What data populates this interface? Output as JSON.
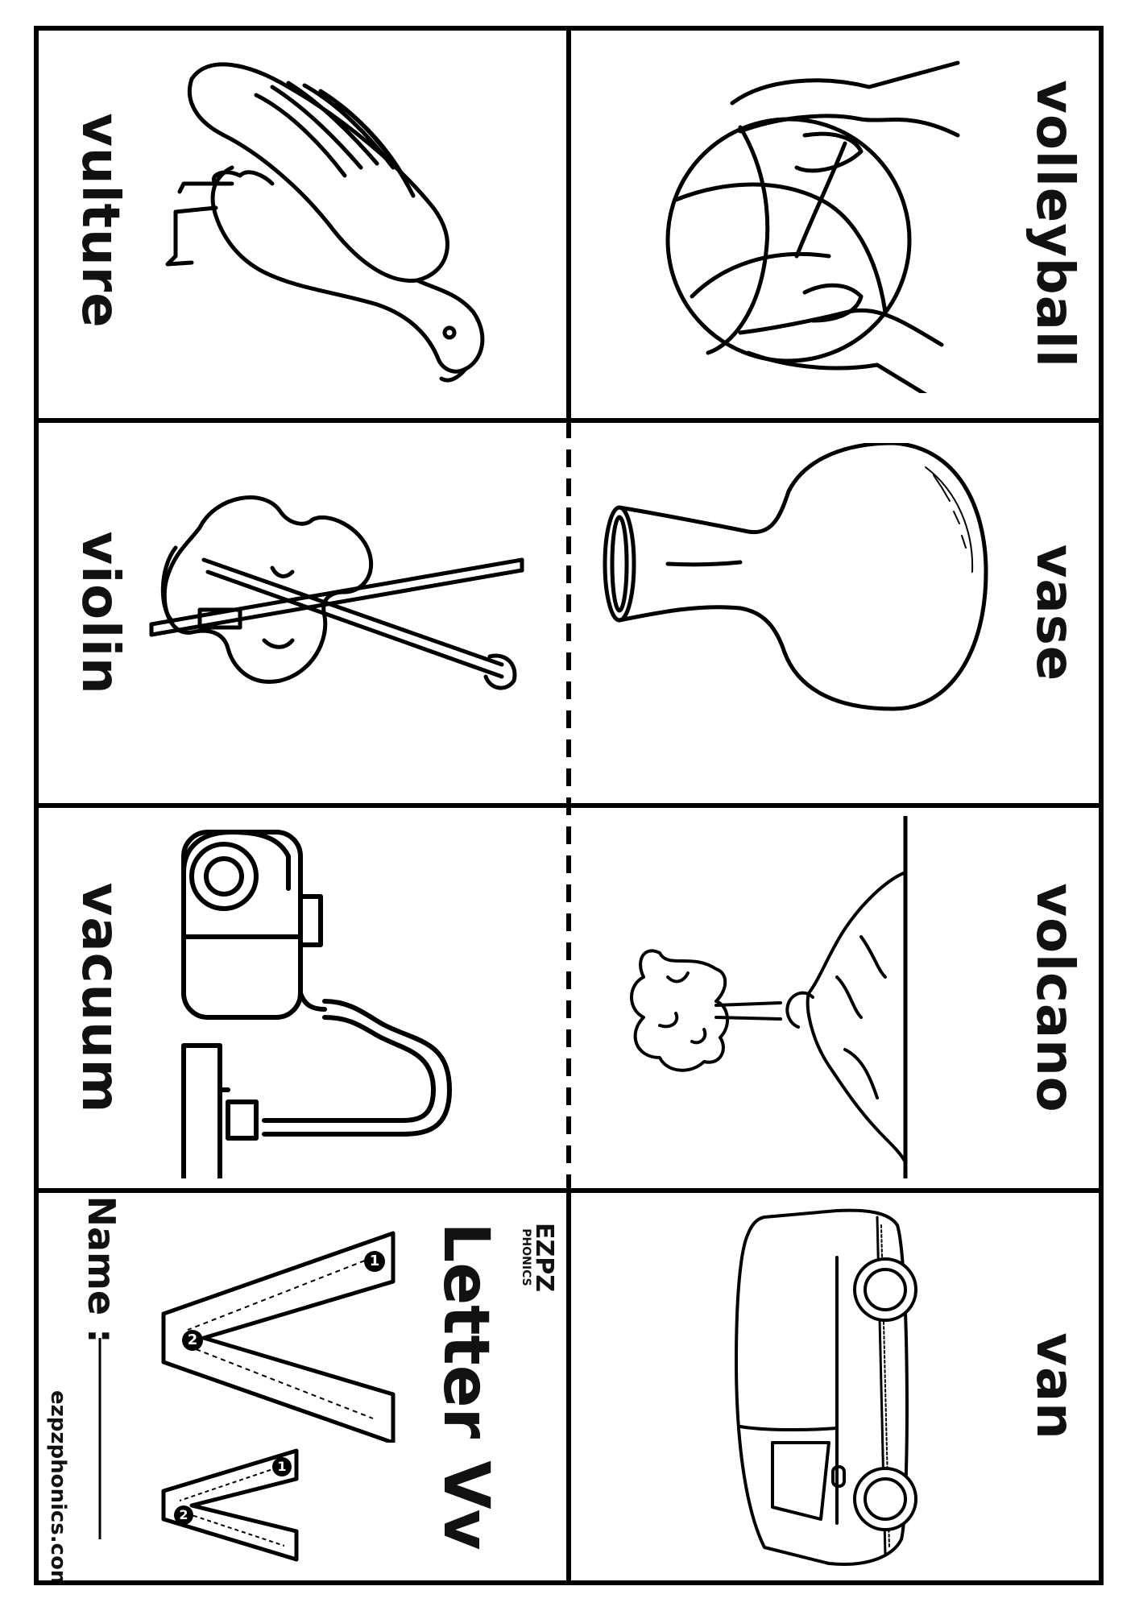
{
  "cards": {
    "vulture": "vulture",
    "volleyball": "volleyball",
    "violin": "violin",
    "vase": "vase",
    "vacuum": "vacuum",
    "volcano": "volcano",
    "van": "van"
  },
  "cover": {
    "title": "Letter Vv",
    "name_label": "Name :",
    "website": "ezpzphonics.com",
    "logo_top": "EZPZ",
    "logo_bottom": "PHONICS",
    "stroke_numbers": [
      "1",
      "2",
      "1",
      "2"
    ]
  }
}
